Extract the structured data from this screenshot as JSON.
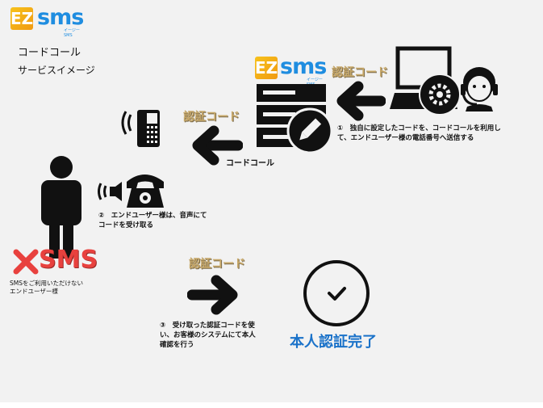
{
  "logo": {
    "ez": "EZ",
    "sms": "sms",
    "sub": "イージーSMS"
  },
  "title": {
    "line1": "コードコール",
    "line2": "サービスイメージ"
  },
  "server_logo": {
    "ez": "EZ",
    "sms": "sms",
    "sub": "イージーSMS"
  },
  "labels": {
    "auth_code_top": "認証コード",
    "auth_code_mid": "認証コード",
    "auth_code_bottom": "認証コード",
    "code_call": "コードコール",
    "step1_line1": "①　独自に設定したコードを、コードコールを利用し",
    "step1_line2": "て、エンドユーザー様の電話番号へ送信する",
    "step2_line1": "②　エンドユーザー様は、音声にて",
    "step2_line2": "コードを受け取る",
    "step3_line1": "③　受け取った認証コードを使",
    "step3_line2": "い、お客様のシステムにて本人",
    "step3_line3": "確認を行う",
    "no_sms": "SMS",
    "no_sms_note1": "SMSをご利用いただけない",
    "no_sms_note2": "エンドユーザー様",
    "complete": "本人認証完了"
  },
  "colors": {
    "logo_blue": "#1f8de0",
    "logo_orange": "#f5a61a",
    "code_label": "#c8a96a",
    "no_sms_red": "#e8413e",
    "complete_blue": "#1a72c9"
  },
  "icons": [
    "ez-sms-logo",
    "admin-laptop-icon",
    "operator-icon",
    "server-edit-icon",
    "mobile-phone-icon",
    "phone-icon",
    "person-icon",
    "arrow-left-icon",
    "arrow-right-icon",
    "check-circle-icon",
    "cross-icon"
  ]
}
